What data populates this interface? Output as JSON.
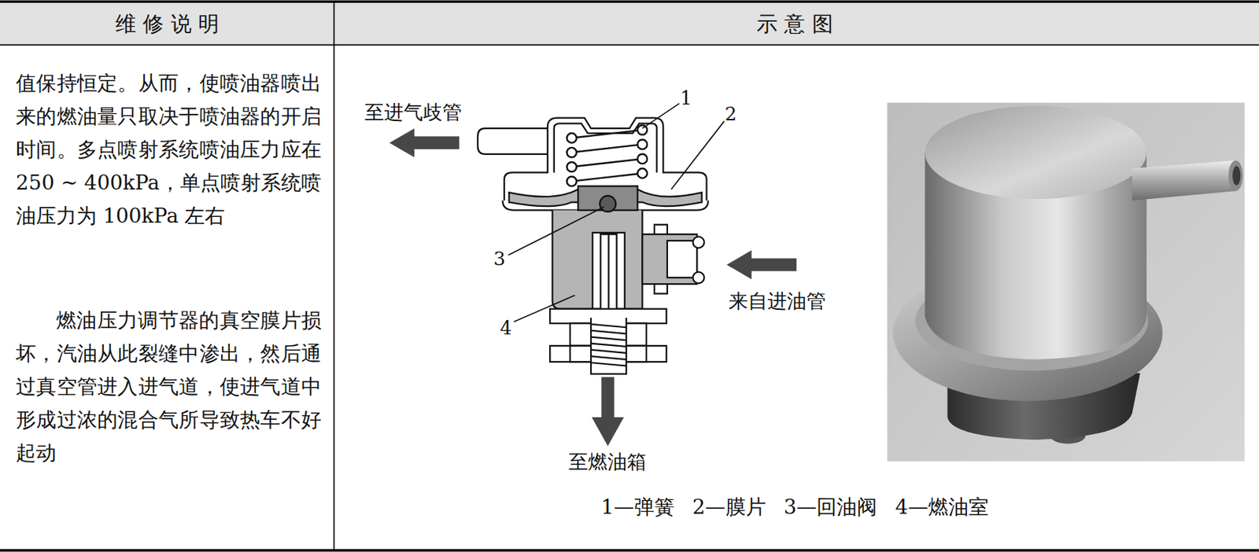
{
  "diagram": {
    "caption": "1—弹簧 2—膜片 3—回油阀 4—燃油室",
    "labels": [
      "维 修 说 明",
      "示 意 图",
      "值保持恒定。从而，使喷油器喷出来的燃油量只取决于喷油器的开启时间。多点喷射系统喷油压力应在 250 ~ 400kPa，单点喷射系统喷油压力为 100kPa 左右",
      "燃油压力调节器的真空膜片损坏，汽油从此裂缝中渗出，然后通过真空管进入进气道，使进气道中形成过浓的混合气所导致热车不好起动",
      "至进气歧管",
      "1",
      "2",
      "3",
      "来自进油管",
      "4",
      "至燃油箱"
    ]
  }
}
